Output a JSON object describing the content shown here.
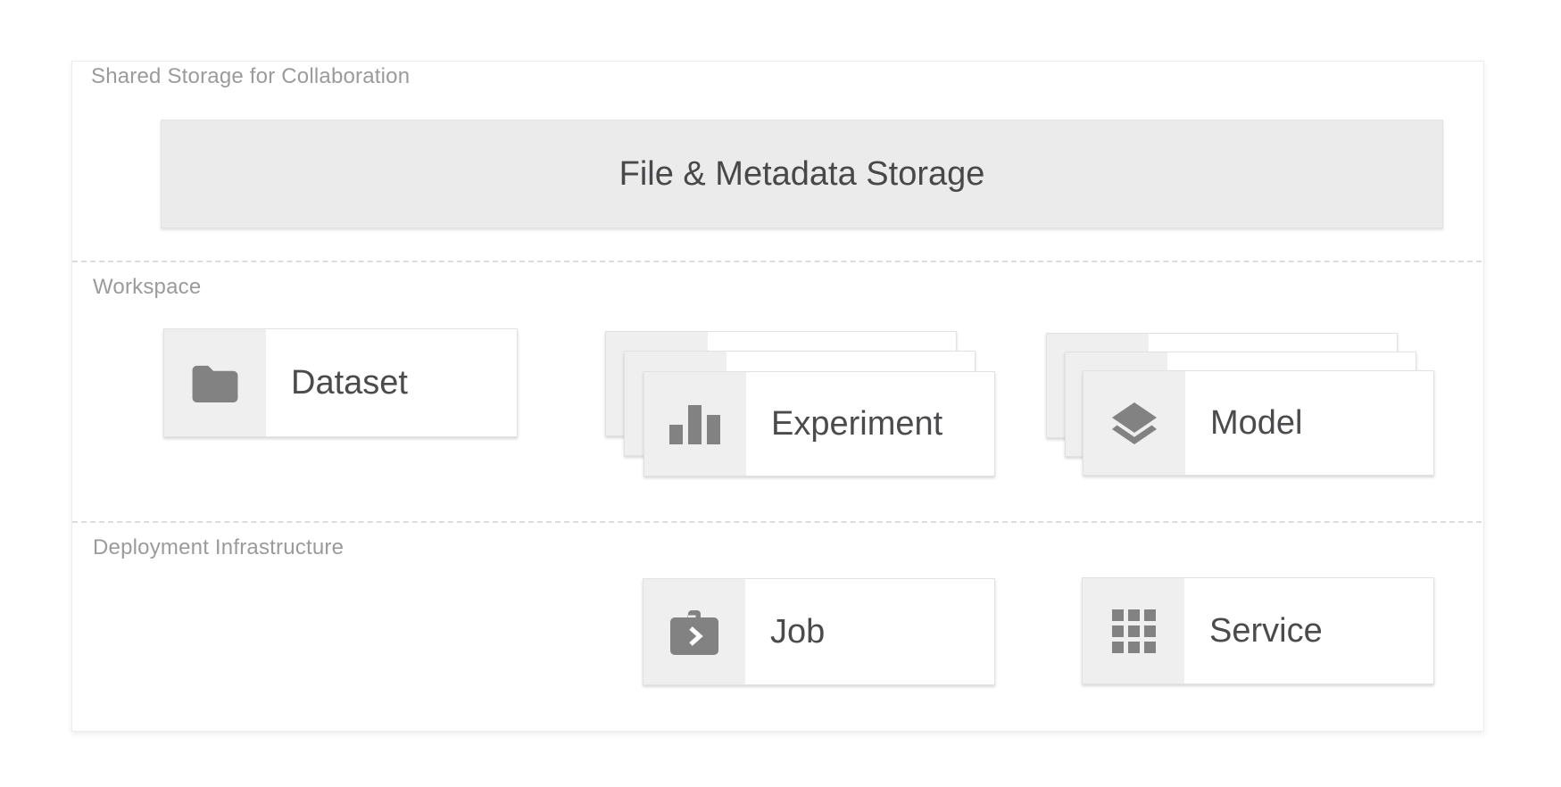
{
  "sections": [
    {
      "id": "shared-storage",
      "label": "Shared Storage for Collaboration"
    },
    {
      "id": "workspace",
      "label": "Workspace"
    },
    {
      "id": "deployment",
      "label": "Deployment Infrastructure"
    }
  ],
  "nodes": {
    "storage": {
      "label": "File & Metadata Storage",
      "section": "shared-storage"
    },
    "dataset": {
      "label": "Dataset",
      "icon": "folder-icon",
      "section": "workspace"
    },
    "experiment": {
      "label": "Experiment",
      "icon": "bar-chart-icon",
      "section": "workspace",
      "stack_count": 3
    },
    "model": {
      "label": "Model",
      "icon": "layers-icon",
      "section": "workspace",
      "stack_count": 3
    },
    "job": {
      "label": "Job",
      "icon": "briefcase-run-icon",
      "section": "deployment"
    },
    "service": {
      "label": "Service",
      "icon": "apps-grid-icon",
      "section": "deployment"
    }
  },
  "connections": [
    {
      "from": "storage",
      "to": "dataset",
      "style": "double-arrow",
      "orientation": "vertical"
    },
    {
      "from": "experiment",
      "to": "storage",
      "style": "arrow",
      "orientation": "vertical"
    },
    {
      "from": "model",
      "to": "storage",
      "style": "arrow",
      "orientation": "vertical"
    },
    {
      "from": "dataset",
      "to": "experiment",
      "style": "arrow",
      "orientation": "horizontal"
    },
    {
      "from": "experiment",
      "to": "model",
      "style": "arrow",
      "orientation": "horizontal"
    },
    {
      "from": "experiment",
      "to": "job",
      "style": "arrow",
      "orientation": "vertical"
    },
    {
      "from": "model",
      "to": "service",
      "style": "arrow",
      "orientation": "vertical"
    }
  ],
  "colors": {
    "arrow": "#7d7d7d",
    "icon": "#828282",
    "storage_fill": "#ebebeb",
    "icon_panel_fill": "#efefef",
    "card_border": "#e2e2e2",
    "label_text": "#4b4b4d",
    "storage_label_text": "#48484a",
    "section_label_text": "#9b9b9b",
    "divider": "#dcdcdc",
    "container_border": "#ececec"
  }
}
